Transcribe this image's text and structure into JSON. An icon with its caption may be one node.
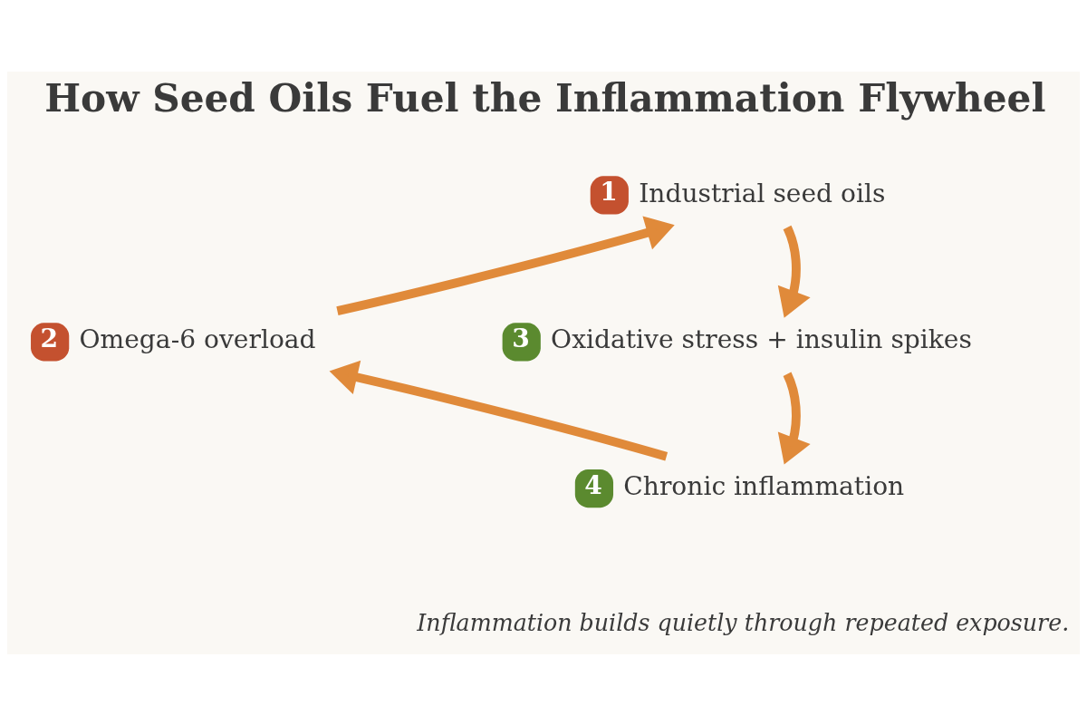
{
  "diagram": {
    "title": "How Seed Oils Fuel the Inflammation Flywheel",
    "caption": "Inflammation builds quietly through repeated exposure.",
    "nodes": [
      {
        "text": [
          "1",
          "Industrial seed oils"
        ]
      },
      {
        "text": [
          "2",
          "Omega-6 overload"
        ]
      },
      {
        "text": [
          "3",
          "Oxidative stress + insulin spikes"
        ]
      },
      {
        "text": [
          "4",
          "Chronic inflammation"
        ]
      }
    ],
    "edges": [
      {
        "from": 0,
        "to": 2,
        "arrow": "to"
      },
      {
        "from": 2,
        "to": 3,
        "arrow": "to"
      },
      {
        "from": 3,
        "to": 1,
        "arrow": "to"
      },
      {
        "from": 1,
        "to": 0,
        "arrow": "to"
      }
    ]
  }
}
